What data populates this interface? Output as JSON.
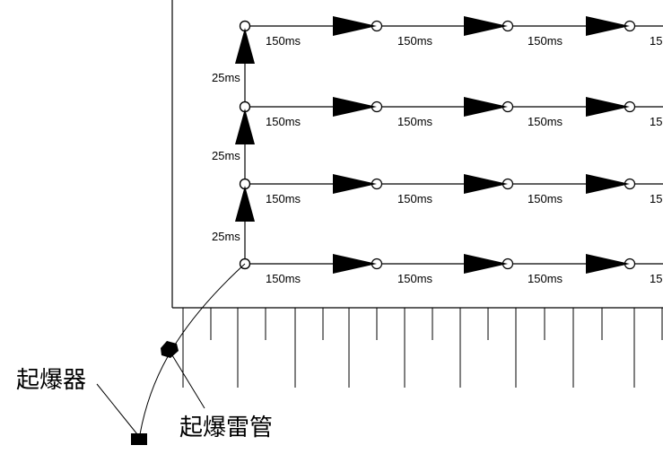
{
  "diagram": {
    "type": "blasting-network-delay-layout",
    "rows": 4,
    "columns_visible": 4,
    "row_delay_label": "150ms",
    "column_delay_label": "25ms",
    "truncated_edge_label": "15",
    "row_labels": [
      [
        "150ms",
        "150ms",
        "150ms",
        "15"
      ],
      [
        "150ms",
        "150ms",
        "150ms",
        "15"
      ],
      [
        "150ms",
        "150ms",
        "150ms",
        "15"
      ],
      [
        "150ms",
        "150ms",
        "150ms",
        "15"
      ]
    ],
    "vertical_labels": [
      "25ms",
      "25ms",
      "25ms"
    ],
    "callouts": {
      "initiator": "起爆器",
      "detonator": "起爆雷管"
    },
    "ruler": {
      "major_ticks": 9,
      "minor_ticks": 9
    },
    "colors": {
      "line": "#000000",
      "fill": "#000000",
      "background": "#ffffff"
    }
  }
}
